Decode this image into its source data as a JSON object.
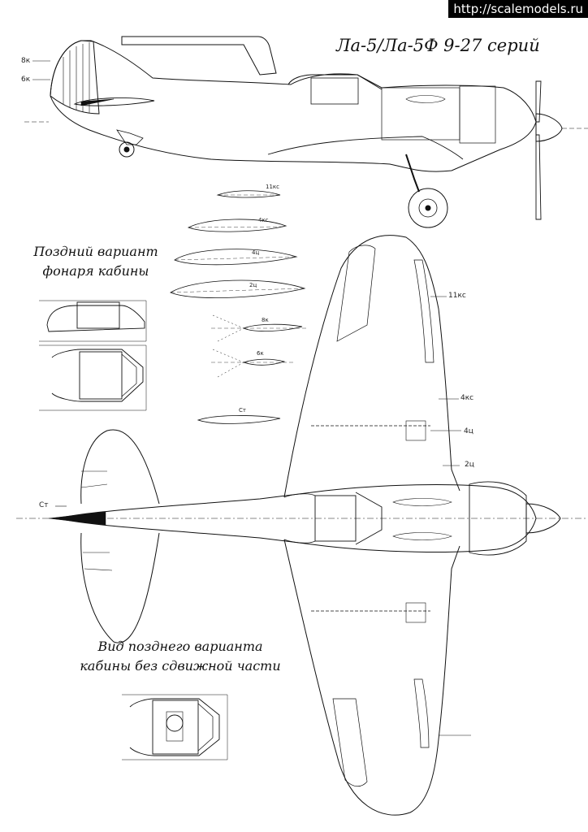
{
  "watermark": "http://scalemodels.ru",
  "title": "Ла-5/Ла-5Ф 9-27 серий",
  "captions": {
    "canopy_late_line1": "Поздний вариант",
    "canopy_late_line2": "фонаря кабины",
    "cockpit_late_line1": "Вид позднего варианта",
    "cockpit_late_line2": "кабины без сдвижной части"
  },
  "section_labels": {
    "side_8k": "8к",
    "side_6k": "6к",
    "prof_11ks": "11кс",
    "prof_4ks": "4кс",
    "prof_4ts": "4ц",
    "prof_2ts": "2ц",
    "prof_8k": "8к",
    "prof_6k": "6к",
    "prof_st": "Ст",
    "plan_11ks": "11кс",
    "plan_4ks": "4кс",
    "plan_4ts": "4ц",
    "plan_2ts": "2ц",
    "plan_st": "Ст"
  }
}
